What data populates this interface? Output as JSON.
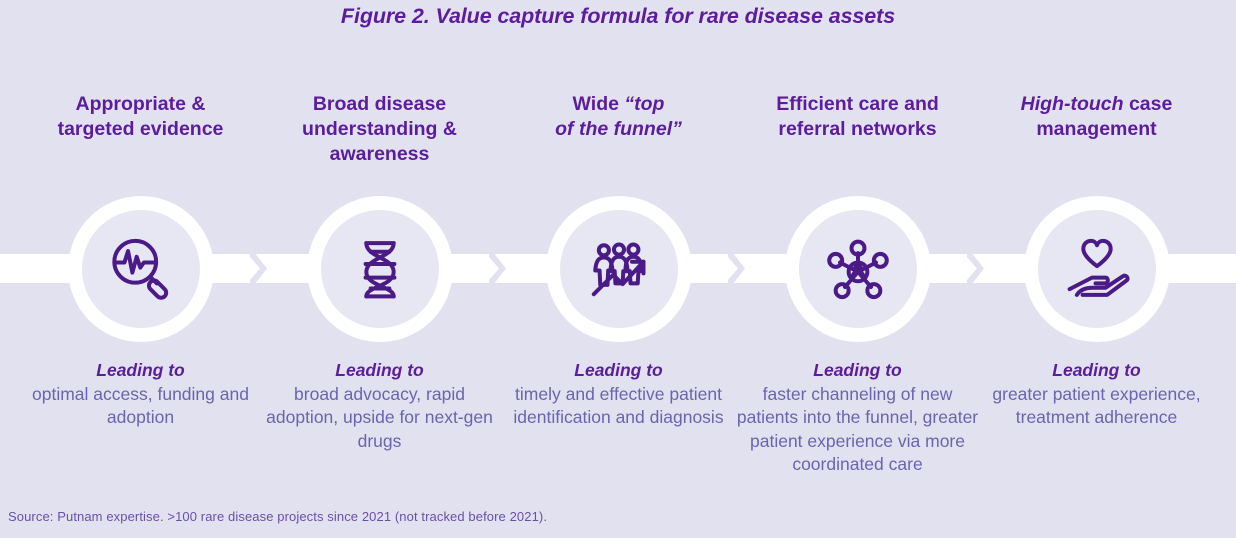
{
  "figure": {
    "title": "Figure 2. Value capture formula for rare disease assets",
    "source": "Source: Putnam expertise. >100 rare disease projects since 2021 (not tracked before 2021)."
  },
  "colors": {
    "background": "#e2e1f0",
    "band": "#ffffff",
    "circle_fill": "#e7e6f3",
    "heading_purple": "#5b1d9b",
    "body_purple": "#6a64b0",
    "icon_stroke": "#4a1a87"
  },
  "connector": {
    "label": "chevron-arrow",
    "count": 4
  },
  "steps": [
    {
      "heading_parts": [
        {
          "text": "Appropriate &",
          "italic": false
        },
        {
          "text": "targeted evidence",
          "italic": false
        }
      ],
      "heading_plain": "Appropriate & targeted evidence",
      "icon": "magnifier-heartbeat-icon",
      "leading_to_label": "Leading to",
      "outcome": "optimal access, funding and adoption"
    },
    {
      "heading_parts": [
        {
          "text": "Broad disease",
          "italic": false
        },
        {
          "text": "understanding &",
          "italic": false
        },
        {
          "text": "awareness",
          "italic": false
        }
      ],
      "heading_plain": "Broad disease understanding & awareness",
      "icon": "dna-helix-icon",
      "leading_to_label": "Leading to",
      "outcome": "broad advocacy, rapid adoption, upside for next-gen drugs"
    },
    {
      "heading_parts": [
        {
          "text": "Wide ",
          "italic": false
        },
        {
          "text": "“top",
          "italic": true
        },
        {
          "text": "of the funnel”",
          "italic": true
        }
      ],
      "heading_plain": "Wide “top of the funnel”",
      "icon": "people-growth-arrow-icon",
      "leading_to_label": "Leading to",
      "outcome": "timely and effective patient identification and diagnosis"
    },
    {
      "heading_parts": [
        {
          "text": "Efficient care and",
          "italic": false
        },
        {
          "text": "referral networks",
          "italic": false
        }
      ],
      "heading_plain": "Efficient care and referral networks",
      "icon": "network-hub-person-icon",
      "leading_to_label": "Leading to",
      "outcome": "faster channeling of new patients into the funnel, greater patient experience via more coordinated care"
    },
    {
      "heading_parts": [
        {
          "text": "High-touch",
          "italic": true
        },
        {
          "text": " case",
          "italic": false
        },
        {
          "text": "management",
          "italic": false
        }
      ],
      "heading_plain": "High-touch case management",
      "icon": "hand-heart-icon",
      "leading_to_label": "Leading to",
      "outcome": "greater patient experience, treatment adherence"
    }
  ]
}
